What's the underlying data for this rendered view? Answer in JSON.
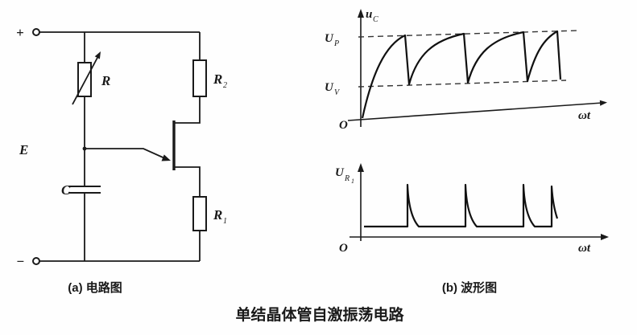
{
  "caption": "单结晶体管自激振荡电路",
  "circuit": {
    "title": "(a) 电路图",
    "plus": "+",
    "minus": "−",
    "source": "E",
    "resistor_var": "R",
    "capacitor": "C",
    "r2_main": "R",
    "r2_sub": "2",
    "r1_main": "R",
    "r1_sub": "1"
  },
  "waveforms_title": "(b) 波形图",
  "waveform_uc": {
    "y_main": "u",
    "y_sub": "C",
    "up_main": "U",
    "up_sub": "P",
    "uv_main": "U",
    "uv_sub": "V",
    "origin": "O",
    "x_label": "ωt"
  },
  "waveform_ur1": {
    "y_main": "U",
    "y_sub": "R",
    "y_sub2": "1",
    "origin": "O",
    "x_label": "ωt"
  },
  "chart_data": [
    {
      "type": "line",
      "title": "Capacitor voltage u_C vs ωt",
      "xlabel": "ωt",
      "ylabel": "u_C",
      "description": "Relaxation-oscillator sawtooth: exponential charge from U_V up to U_P, then abrupt discharge back to U_V; about 3.5 cycles shown between dashed levels U_P (upper) and U_V (lower); first charge starts from 0 at origin O.",
      "levels": {
        "U_P": 1.0,
        "U_V": 0.35
      },
      "peak_x_cycles": [
        1,
        2,
        3,
        3.6
      ],
      "grid": false,
      "legend": false
    },
    {
      "type": "line",
      "title": "Output pulse voltage U_R1 vs ωt",
      "xlabel": "ωt",
      "ylabel": "U_R1",
      "description": "Narrow spike pulses (sharp rise, exponential decay) at each discharge instant, aligned with the sawtooth drops; baseline near zero.",
      "pulse_x_cycles": [
        1,
        2,
        3,
        3.6
      ],
      "grid": false,
      "legend": false
    }
  ]
}
